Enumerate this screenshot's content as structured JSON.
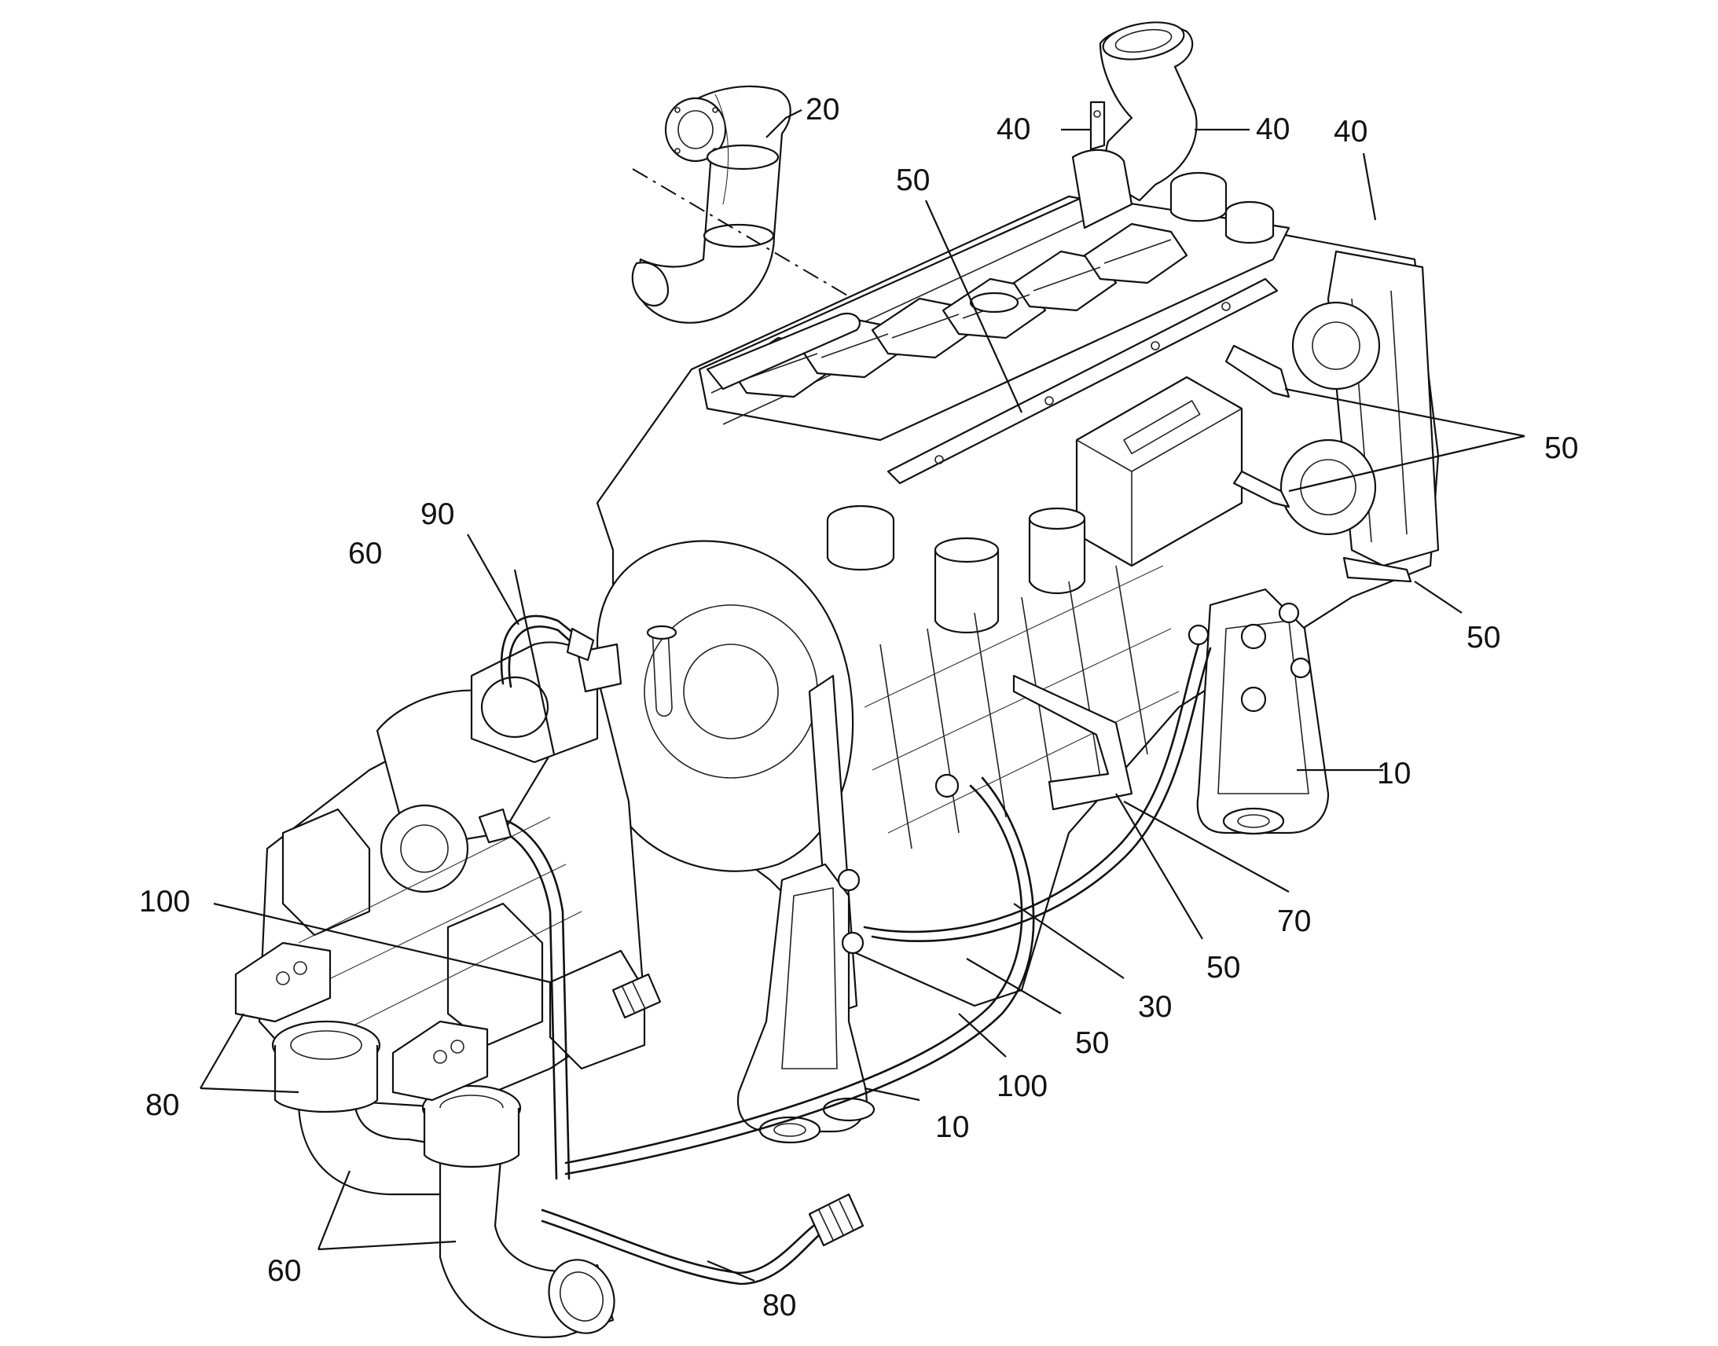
{
  "callouts": [
    {
      "id": "c20",
      "text": "20"
    },
    {
      "id": "c40a",
      "text": "40"
    },
    {
      "id": "c40b",
      "text": "40"
    },
    {
      "id": "c40c",
      "text": "40"
    },
    {
      "id": "c50top",
      "text": "50"
    },
    {
      "id": "c50right",
      "text": "50"
    },
    {
      "id": "c50bracket",
      "text": "50"
    },
    {
      "id": "c90",
      "text": "90"
    },
    {
      "id": "c60top",
      "text": "60"
    },
    {
      "id": "c10right",
      "text": "10"
    },
    {
      "id": "c100top",
      "text": "100"
    },
    {
      "id": "c70",
      "text": "70"
    },
    {
      "id": "c50mid",
      "text": "50"
    },
    {
      "id": "c30",
      "text": "30"
    },
    {
      "id": "c50low",
      "text": "50"
    },
    {
      "id": "c100bottom",
      "text": "100"
    },
    {
      "id": "c80left",
      "text": "80"
    },
    {
      "id": "c10bottom",
      "text": "10"
    },
    {
      "id": "c60bottom",
      "text": "60"
    },
    {
      "id": "c80bottom",
      "text": "80"
    }
  ]
}
